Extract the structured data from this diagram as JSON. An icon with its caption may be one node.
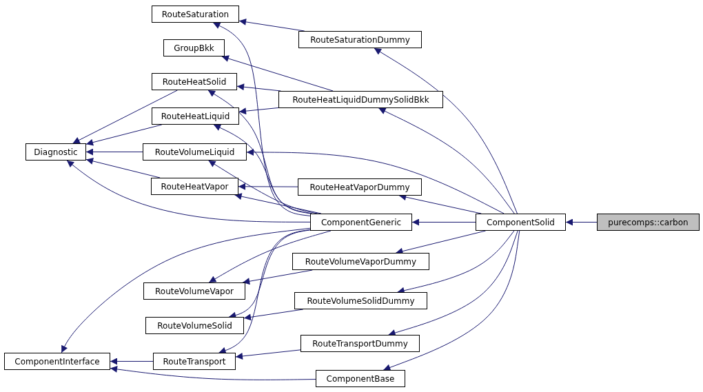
{
  "diagram": {
    "nodes": [
      {
        "text": [
          "RouteSaturation"
        ]
      },
      {
        "text": [
          "GroupBkk"
        ]
      },
      {
        "text": [
          "RouteSaturationDummy"
        ]
      },
      {
        "text": [
          "RouteHeatSolid"
        ]
      },
      {
        "text": [
          "RouteHeatLiquidDummySolidBkk"
        ]
      },
      {
        "text": [
          "RouteHeatLiquid"
        ]
      },
      {
        "text": [
          "Diagnostic"
        ]
      },
      {
        "text": [
          "RouteVolumeLiquid"
        ]
      },
      {
        "text": [
          "RouteHeatVapor"
        ]
      },
      {
        "text": [
          "RouteHeatVaporDummy"
        ]
      },
      {
        "text": [
          "ComponentGeneric"
        ]
      },
      {
        "text": [
          "ComponentSolid"
        ]
      },
      {
        "text": [
          "purecomps::carbon"
        ]
      },
      {
        "text": [
          "RouteVolumeVaporDummy"
        ]
      },
      {
        "text": [
          "RouteVolumeVapor"
        ]
      },
      {
        "text": [
          "RouteVolumeSolidDummy"
        ]
      },
      {
        "text": [
          "RouteVolumeSolid"
        ]
      },
      {
        "text": [
          "RouteTransportDummy"
        ]
      },
      {
        "text": [
          "ComponentInterface"
        ]
      },
      {
        "text": [
          "RouteTransport"
        ]
      },
      {
        "text": [
          "ComponentBase"
        ]
      }
    ],
    "edges": [
      {
        "from": 12,
        "to": 11,
        "arrow": "to"
      },
      {
        "from": 11,
        "to": 10,
        "arrow": "to"
      },
      {
        "from": 11,
        "to": 2,
        "arrow": "to"
      },
      {
        "from": 11,
        "to": 4,
        "arrow": "to"
      },
      {
        "from": 11,
        "to": 7,
        "arrow": "to"
      },
      {
        "from": 11,
        "to": 9,
        "arrow": "to"
      },
      {
        "from": 11,
        "to": 13,
        "arrow": "to"
      },
      {
        "from": 11,
        "to": 15,
        "arrow": "to"
      },
      {
        "from": 11,
        "to": 17,
        "arrow": "to"
      },
      {
        "from": 11,
        "to": 20,
        "arrow": "to"
      },
      {
        "from": 2,
        "to": 0,
        "arrow": "to"
      },
      {
        "from": 4,
        "to": 1,
        "arrow": "to"
      },
      {
        "from": 4,
        "to": 3,
        "arrow": "to"
      },
      {
        "from": 4,
        "to": 5,
        "arrow": "to"
      },
      {
        "from": 9,
        "to": 8,
        "arrow": "to"
      },
      {
        "from": 13,
        "to": 14,
        "arrow": "to"
      },
      {
        "from": 15,
        "to": 16,
        "arrow": "to"
      },
      {
        "from": 17,
        "to": 19,
        "arrow": "to"
      },
      {
        "from": 20,
        "to": 18,
        "arrow": "to"
      },
      {
        "from": 10,
        "to": 6,
        "arrow": "to"
      },
      {
        "from": 10,
        "to": 0,
        "arrow": "to"
      },
      {
        "from": 10,
        "to": 3,
        "arrow": "to"
      },
      {
        "from": 10,
        "to": 5,
        "arrow": "to"
      },
      {
        "from": 10,
        "to": 7,
        "arrow": "to"
      },
      {
        "from": 10,
        "to": 8,
        "arrow": "to"
      },
      {
        "from": 10,
        "to": 14,
        "arrow": "to"
      },
      {
        "from": 10,
        "to": 16,
        "arrow": "to"
      },
      {
        "from": 10,
        "to": 19,
        "arrow": "to"
      },
      {
        "from": 10,
        "to": 18,
        "arrow": "to"
      },
      {
        "from": 3,
        "to": 6,
        "arrow": "to"
      },
      {
        "from": 5,
        "to": 6,
        "arrow": "to"
      },
      {
        "from": 7,
        "to": 6,
        "arrow": "to"
      },
      {
        "from": 8,
        "to": 6,
        "arrow": "to"
      },
      {
        "from": 19,
        "to": 18,
        "arrow": "to"
      }
    ]
  }
}
